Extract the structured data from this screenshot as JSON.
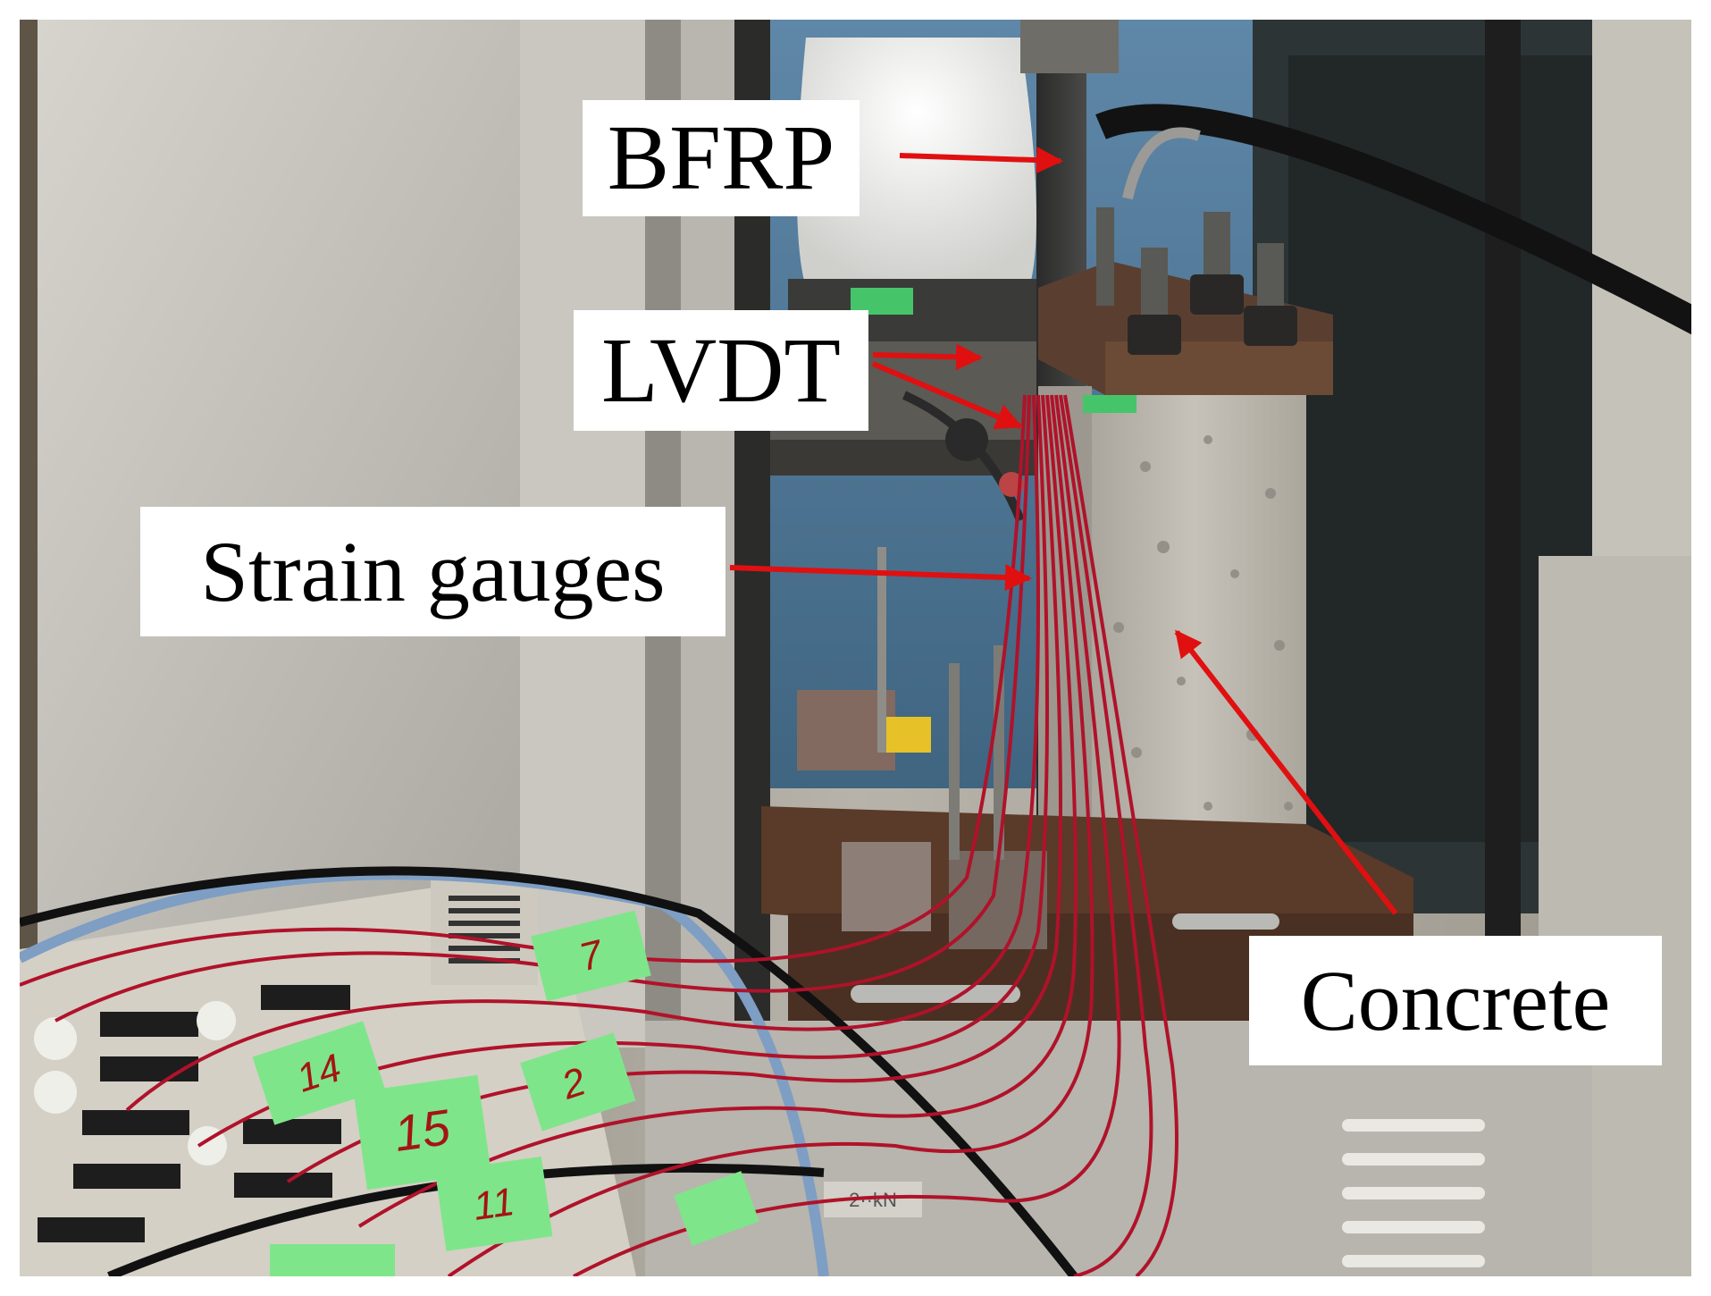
{
  "labels": {
    "bfrp": "BFRP",
    "lvdt": "LVDT",
    "strain_gauges": "Strain gauges",
    "concrete": "Concrete"
  },
  "tags": [
    "14",
    "15",
    "7",
    "2",
    "11"
  ],
  "machine_plate": "2··kN",
  "colors": {
    "arrow": "#e01010",
    "label_bg": "#ffffff",
    "label_text": "#000000",
    "tag_green": "#7fe58a",
    "wire_red": "#b0122a",
    "concrete": "#b9b5ac",
    "steel_plate": "#6b4a36"
  }
}
